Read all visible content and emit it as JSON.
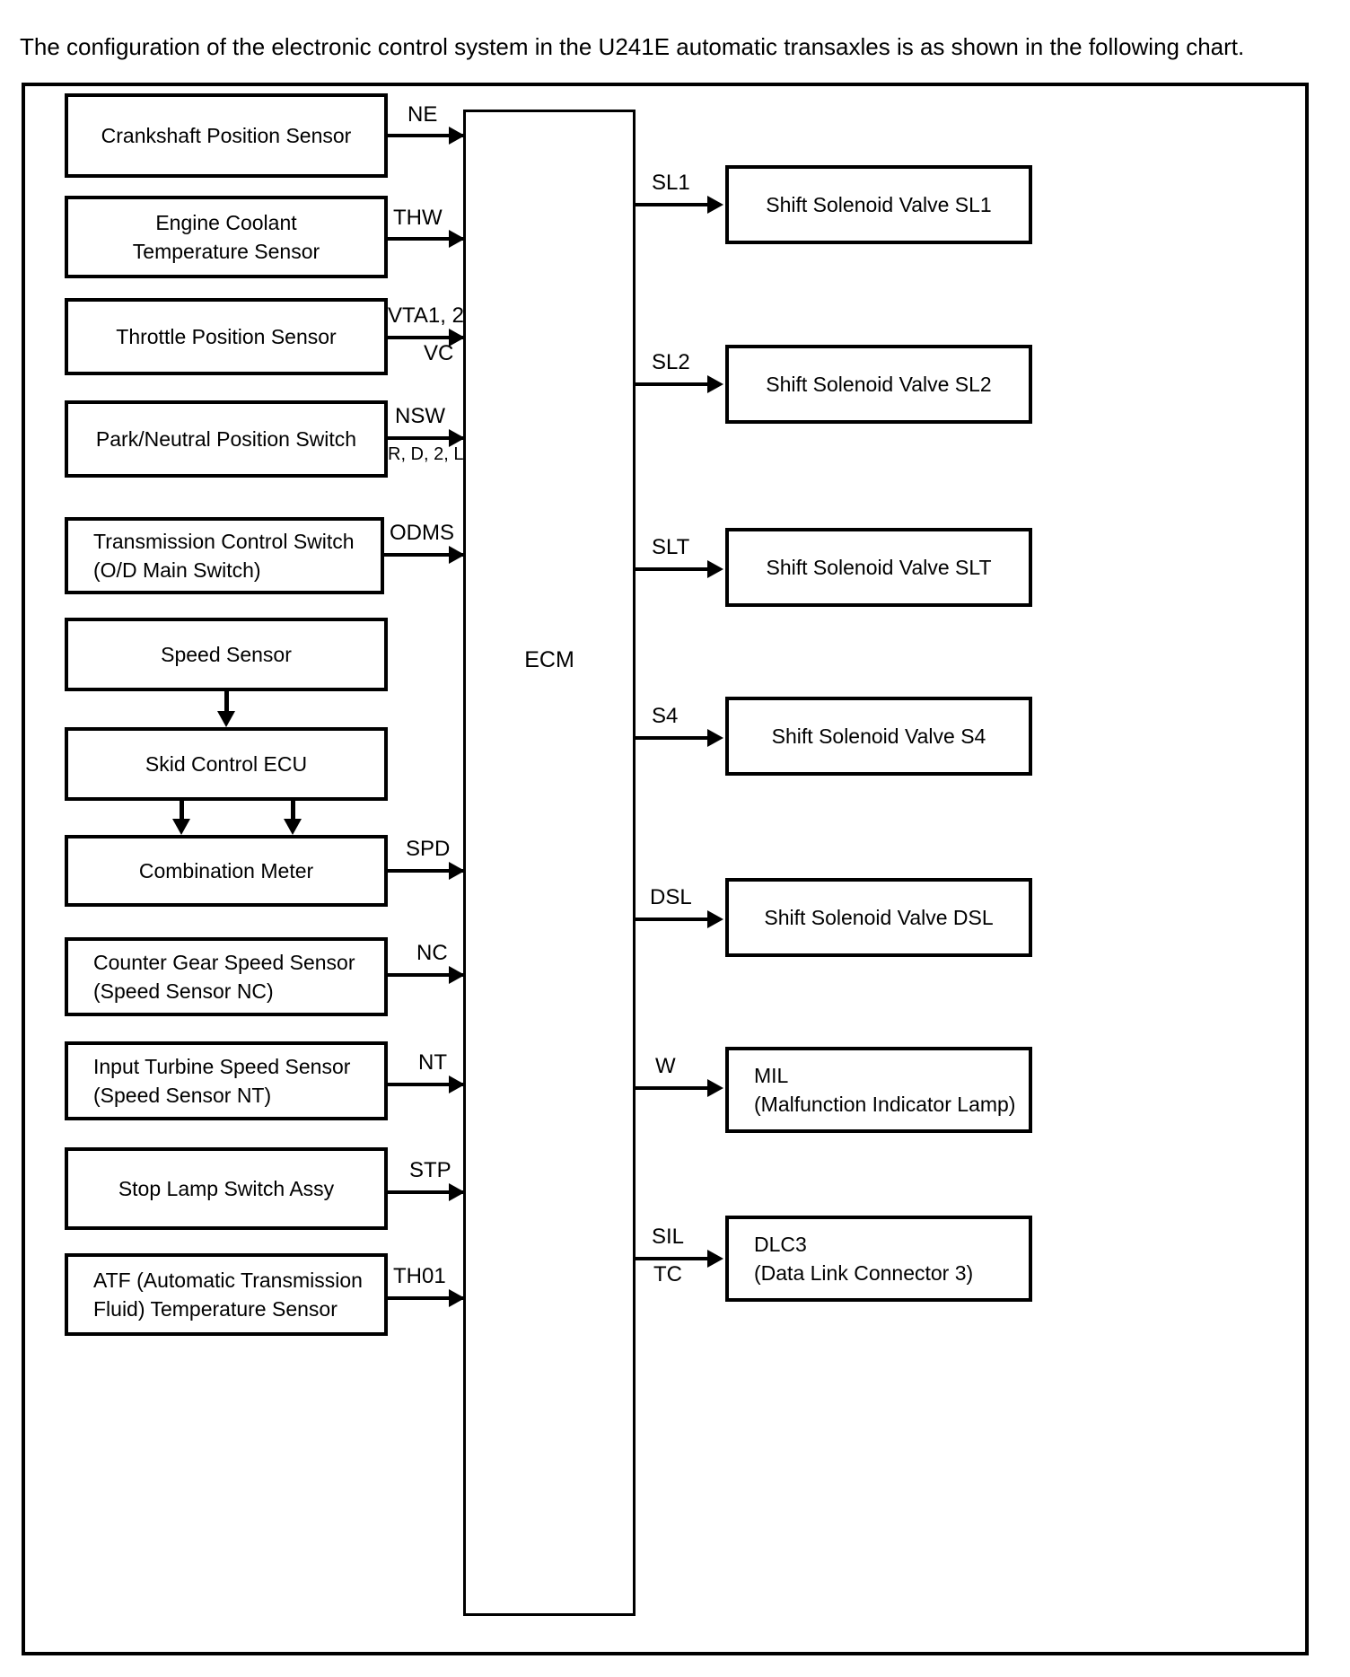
{
  "intro": {
    "text": "The configuration of the electronic control system in the U241E automatic transaxles is as shown in the following chart."
  },
  "diagram": {
    "ecm": {
      "label": "ECM"
    },
    "inputs": [
      {
        "id": "crankshaft-position-sensor",
        "line1": "Crankshaft Position Sensor",
        "line2": ""
      },
      {
        "id": "engine-coolant-temperature-sensor",
        "line1": "Engine Coolant",
        "line2": "Temperature Sensor"
      },
      {
        "id": "throttle-position-sensor",
        "line1": "Throttle Position Sensor",
        "line2": ""
      },
      {
        "id": "park-neutral-position-switch",
        "line1": "Park/Neutral Position Switch",
        "line2": ""
      },
      {
        "id": "transmission-control-switch",
        "line1": "Transmission Control Switch",
        "line2": "(O/D Main Switch)"
      },
      {
        "id": "speed-sensor",
        "line1": "Speed Sensor",
        "line2": ""
      },
      {
        "id": "skid-control-ecu",
        "line1": "Skid Control ECU",
        "line2": ""
      },
      {
        "id": "combination-meter",
        "line1": "Combination Meter",
        "line2": ""
      },
      {
        "id": "counter-gear-speed-sensor",
        "line1": "Counter Gear Speed Sensor",
        "line2": "(Speed Sensor NC)"
      },
      {
        "id": "input-turbine-speed-sensor",
        "line1": "Input Turbine Speed Sensor",
        "line2": "(Speed Sensor NT)"
      },
      {
        "id": "stop-lamp-switch-assy",
        "line1": "Stop Lamp Switch Assy",
        "line2": ""
      },
      {
        "id": "atf-temperature-sensor",
        "line1": "ATF (Automatic Transmission",
        "line2": "Fluid) Temperature Sensor"
      }
    ],
    "outputs": [
      {
        "id": "shift-solenoid-valve-sl1",
        "line1": "Shift Solenoid Valve SL1",
        "line2": ""
      },
      {
        "id": "shift-solenoid-valve-sl2",
        "line1": "Shift Solenoid Valve SL2",
        "line2": ""
      },
      {
        "id": "shift-solenoid-valve-slt",
        "line1": "Shift Solenoid Valve SLT",
        "line2": ""
      },
      {
        "id": "shift-solenoid-valve-s4",
        "line1": "Shift Solenoid Valve S4",
        "line2": ""
      },
      {
        "id": "shift-solenoid-valve-dsl",
        "line1": "Shift Solenoid Valve DSL",
        "line2": ""
      },
      {
        "id": "mil",
        "line1": "MIL",
        "line2": "(Malfunction Indicator Lamp)"
      },
      {
        "id": "dlc3",
        "line1": "DLC3",
        "line2": "(Data Link Connector 3)"
      }
    ],
    "input_signals": [
      {
        "id": "ne",
        "label": "NE"
      },
      {
        "id": "thw",
        "label": "THW"
      },
      {
        "id": "vta",
        "label": "VTA1, 2"
      },
      {
        "id": "vc",
        "label": "VC"
      },
      {
        "id": "nsw",
        "label": "NSW"
      },
      {
        "id": "rd2l",
        "label": "R, D, 2, L"
      },
      {
        "id": "odms",
        "label": "ODMS"
      },
      {
        "id": "spd",
        "label": "SPD"
      },
      {
        "id": "nc",
        "label": "NC"
      },
      {
        "id": "nt",
        "label": "NT"
      },
      {
        "id": "stp",
        "label": "STP"
      },
      {
        "id": "th01",
        "label": "TH01"
      }
    ],
    "output_signals": [
      {
        "id": "sl1",
        "label": "SL1"
      },
      {
        "id": "sl2",
        "label": "SL2"
      },
      {
        "id": "slt",
        "label": "SLT"
      },
      {
        "id": "s4",
        "label": "S4"
      },
      {
        "id": "dsl",
        "label": "DSL"
      },
      {
        "id": "w",
        "label": "W"
      },
      {
        "id": "sil",
        "label": "SIL"
      },
      {
        "id": "tc",
        "label": "TC"
      }
    ],
    "colors": {
      "stroke": "#000000",
      "background": "#ffffff"
    }
  }
}
